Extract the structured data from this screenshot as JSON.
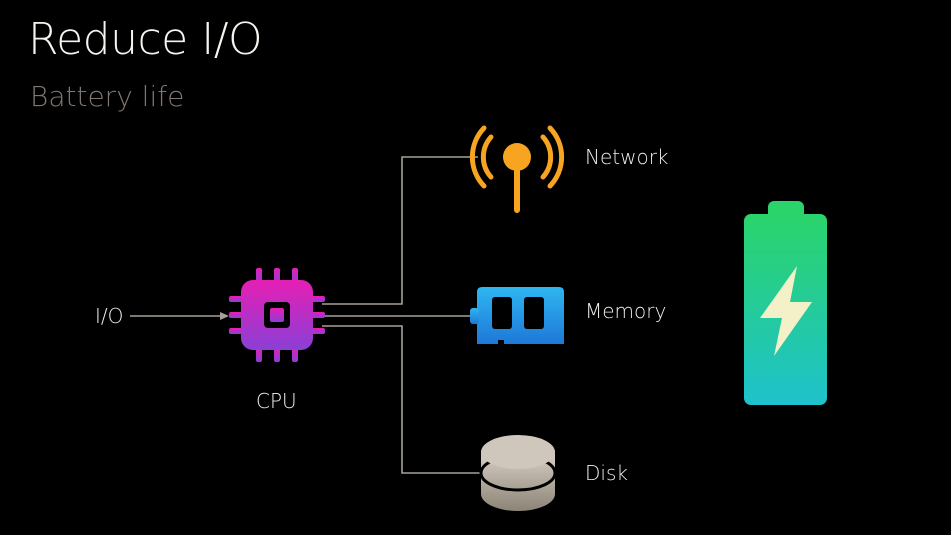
{
  "slide": {
    "title": "Reduce I/O",
    "subtitle": "Battery life"
  },
  "diagram": {
    "input_label": "I/O",
    "cpu_label": "CPU",
    "network_label": "Network",
    "memory_label": "Memory",
    "disk_label": "Disk"
  },
  "colors": {
    "background": "#000000",
    "title": "#f5f5f0",
    "subtitle": "#7f7770",
    "connector": "#a8a098",
    "cpu_top": "#e61fb4",
    "cpu_bottom": "#8a3fd6",
    "network": "#f7a520",
    "memory_top": "#2fb6f0",
    "memory_bottom": "#1e78d8",
    "disk": "#c9c0b4",
    "battery_top": "#2ad46a",
    "battery_bottom": "#1fc2cc",
    "bolt": "#f4f1c8"
  },
  "icons": {
    "cpu": "cpu-chip-icon",
    "network": "wireless-antenna-icon",
    "memory": "memory-module-icon",
    "disk": "disk-cylinder-icon",
    "battery": "battery-charging-icon"
  }
}
